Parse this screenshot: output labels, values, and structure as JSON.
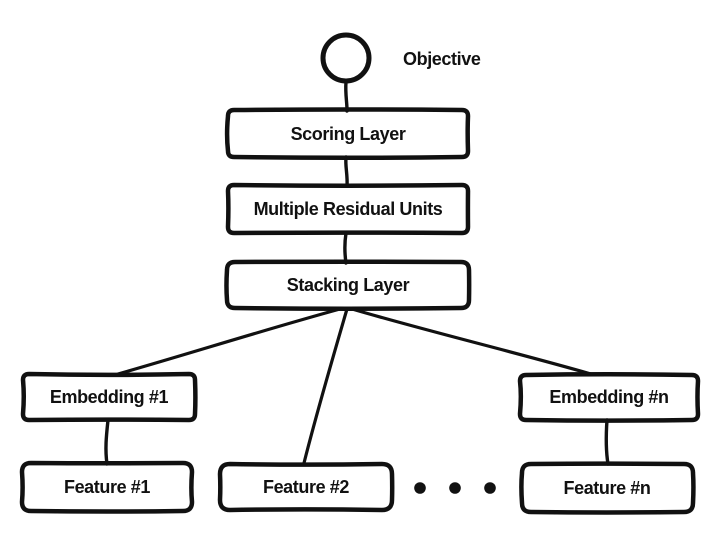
{
  "diagram": {
    "type": "flow-diagram",
    "colors": {
      "stroke": "#111111",
      "background": "#ffffff"
    },
    "nodes": {
      "objective": {
        "shape": "circle",
        "label": "Objective"
      },
      "scoring_layer": {
        "shape": "box",
        "label": "Scoring Layer"
      },
      "multiple_residual_units": {
        "shape": "box",
        "label": "Multiple Residual Units"
      },
      "stacking_layer": {
        "shape": "box",
        "label": "Stacking Layer"
      },
      "embedding_1": {
        "shape": "box",
        "label": "Embedding #1"
      },
      "embedding_n": {
        "shape": "box",
        "label": "Embedding #n"
      },
      "feature_1": {
        "shape": "box",
        "label": "Feature #1"
      },
      "feature_2": {
        "shape": "box",
        "label": "Feature #2"
      },
      "feature_n": {
        "shape": "box",
        "label": "Feature #n"
      }
    },
    "edges": [
      {
        "from": "objective",
        "to": "scoring_layer"
      },
      {
        "from": "scoring_layer",
        "to": "multiple_residual_units"
      },
      {
        "from": "multiple_residual_units",
        "to": "stacking_layer"
      },
      {
        "from": "stacking_layer",
        "to": "embedding_1"
      },
      {
        "from": "stacking_layer",
        "to": "feature_2"
      },
      {
        "from": "stacking_layer",
        "to": "embedding_n"
      },
      {
        "from": "embedding_1",
        "to": "feature_1"
      },
      {
        "from": "embedding_n",
        "to": "feature_n"
      }
    ],
    "ellipsis_dot_count": 3
  }
}
